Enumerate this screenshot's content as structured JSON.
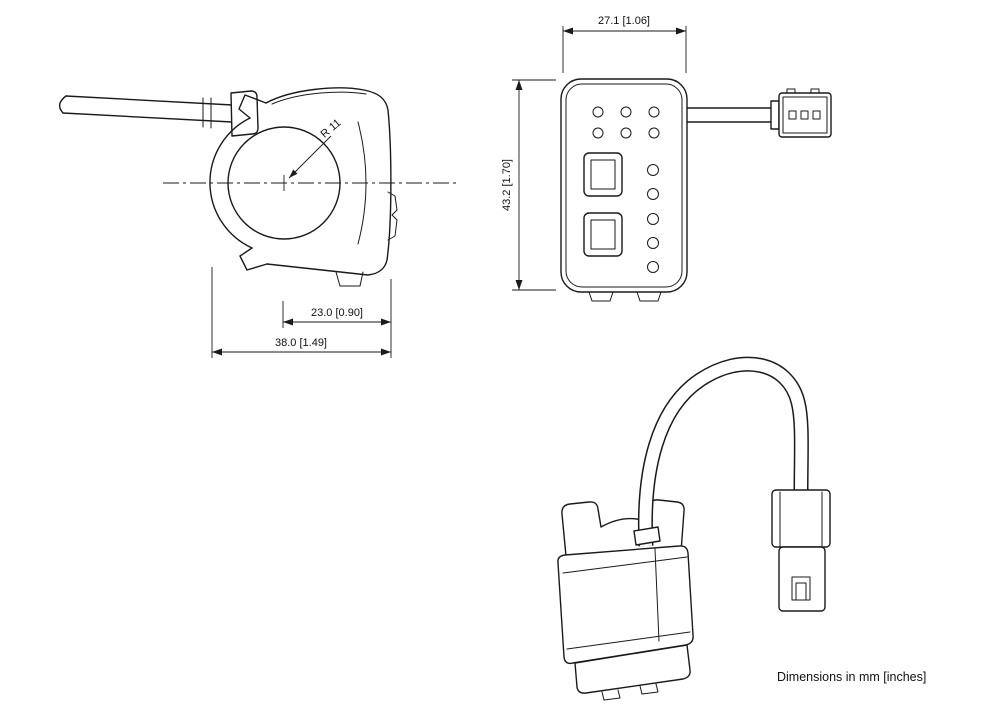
{
  "footnote": "Dimensions in mm [inches]",
  "side_view": {
    "radius": "R 11",
    "dim_inner_width": "23.0 [0.90]",
    "dim_overall_width": "38.0 [1.49]"
  },
  "front_view": {
    "dim_width": "27.1 [1.06]",
    "dim_height": "43.2 [1.70]"
  },
  "colors": {
    "line": "#1a1a1a",
    "background": "#ffffff"
  }
}
